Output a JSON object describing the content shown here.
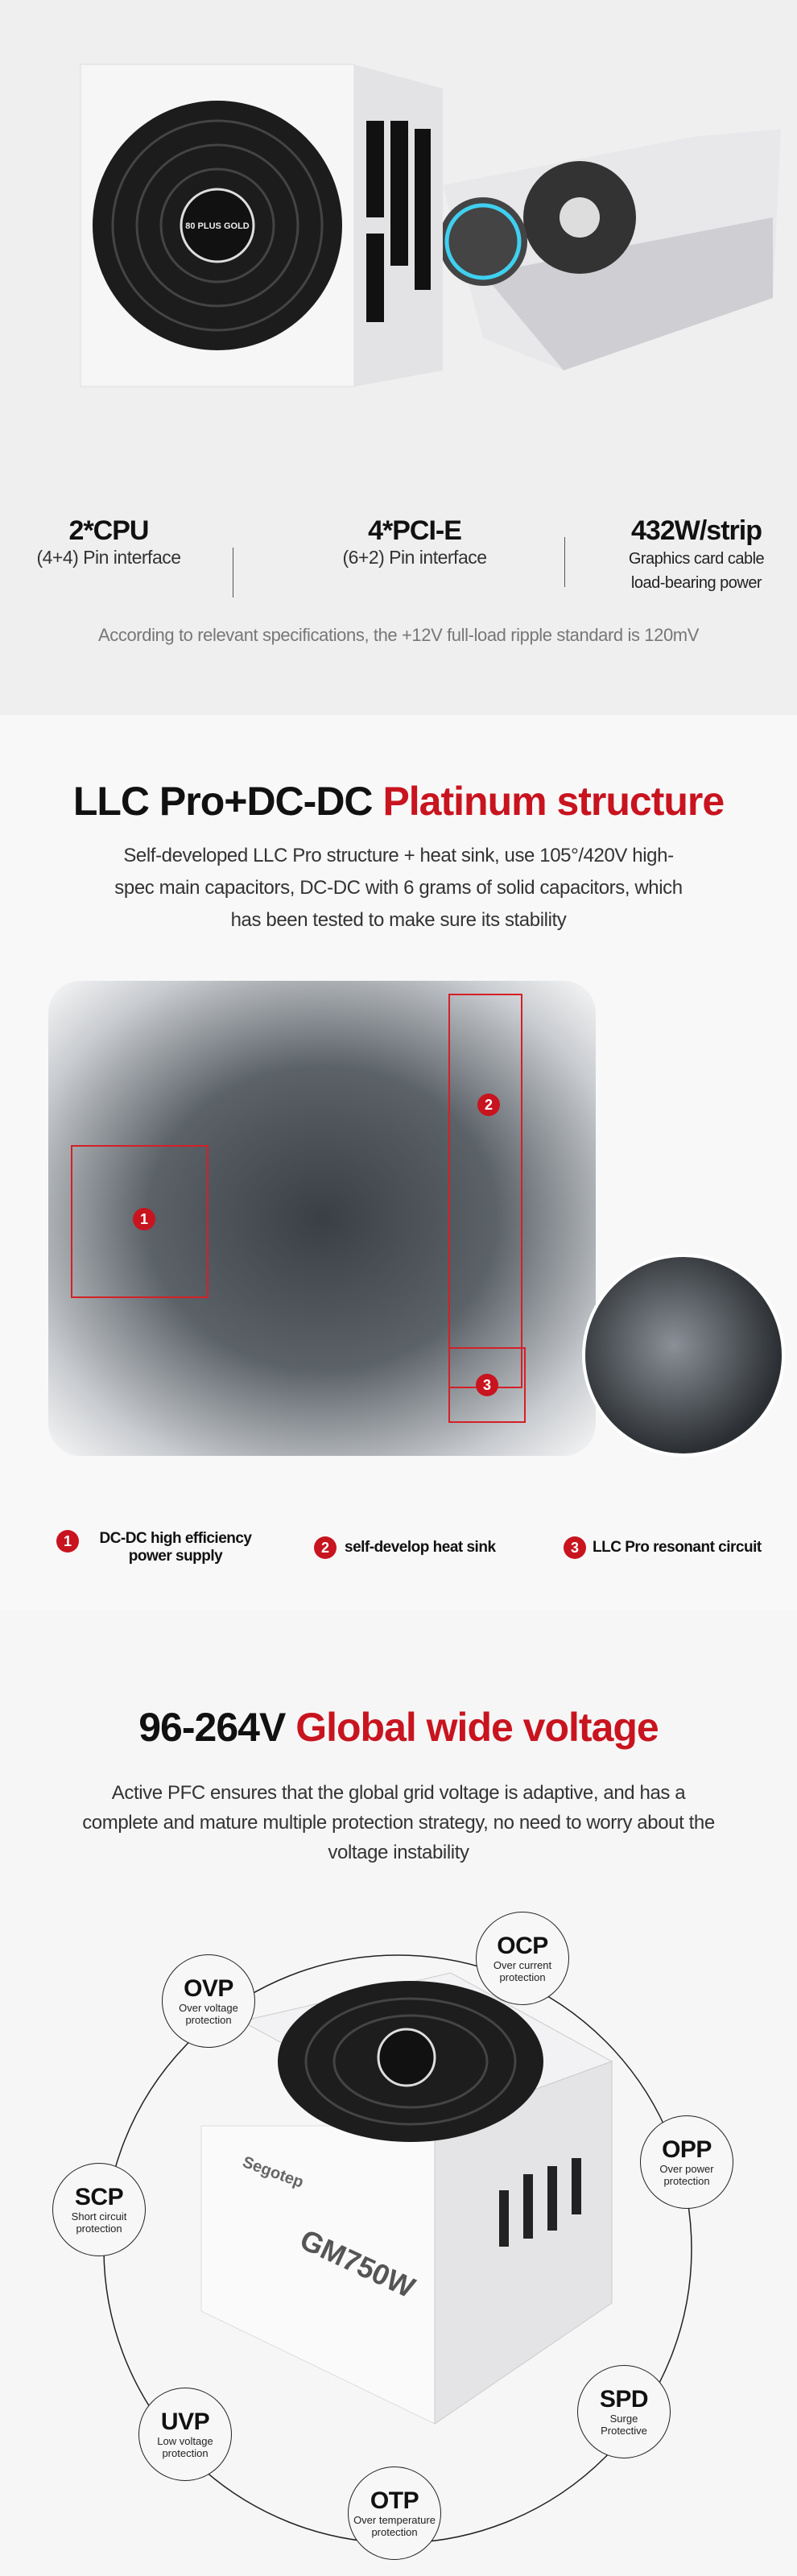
{
  "specs": {
    "items": [
      {
        "title": "2*CPU",
        "sub": "(4+4)  Pin interface"
      },
      {
        "title": "4*PCI-E",
        "sub": "(6+2)  Pin interface"
      },
      {
        "title": "432W/strip",
        "sub_lines": [
          "Graphics card cable",
          "load-bearing power"
        ]
      }
    ],
    "note": "According to relevant specifications, the +12V full-load ripple standard is 120mV",
    "badge": "80 PLUS GOLD"
  },
  "structure": {
    "title_black": "LLC Pro+DC-DC",
    "title_red": "Platinum structure",
    "description": "Self-developed LLC Pro structure + heat sink, use 105°/420V high-spec main capacitors, DC-DC with 6 grams of solid capacitors, which has been tested to make sure its stability",
    "markers": [
      "1",
      "2",
      "3"
    ],
    "legend": [
      {
        "num": "1",
        "label": "DC-DC high efficiency power supply"
      },
      {
        "num": "2",
        "label": "self-develop heat sink"
      },
      {
        "num": "3",
        "label": "LLC Pro resonant circuit"
      }
    ]
  },
  "voltage": {
    "title_black": "96-264V",
    "title_red": "Global wide voltage",
    "description": "Active PFC ensures that the global grid voltage is adaptive, and has a complete and mature multiple protection strategy, no need to worry about the voltage instability",
    "product_brand": "Segotep",
    "product_model": "GM750W",
    "protections": [
      {
        "code": "OVP",
        "desc": "Over voltage protection"
      },
      {
        "code": "OCP",
        "desc": "Over current protection"
      },
      {
        "code": "OPP",
        "desc": "Over power protection"
      },
      {
        "code": "SCP",
        "desc": "Short circuit protection"
      },
      {
        "code": "SPD",
        "desc": "Surge Protective"
      },
      {
        "code": "UVP",
        "desc": "Low voltage protection"
      },
      {
        "code": "OTP",
        "desc": "Over temperature protection"
      }
    ]
  },
  "colors": {
    "accent": "#c8141f"
  }
}
